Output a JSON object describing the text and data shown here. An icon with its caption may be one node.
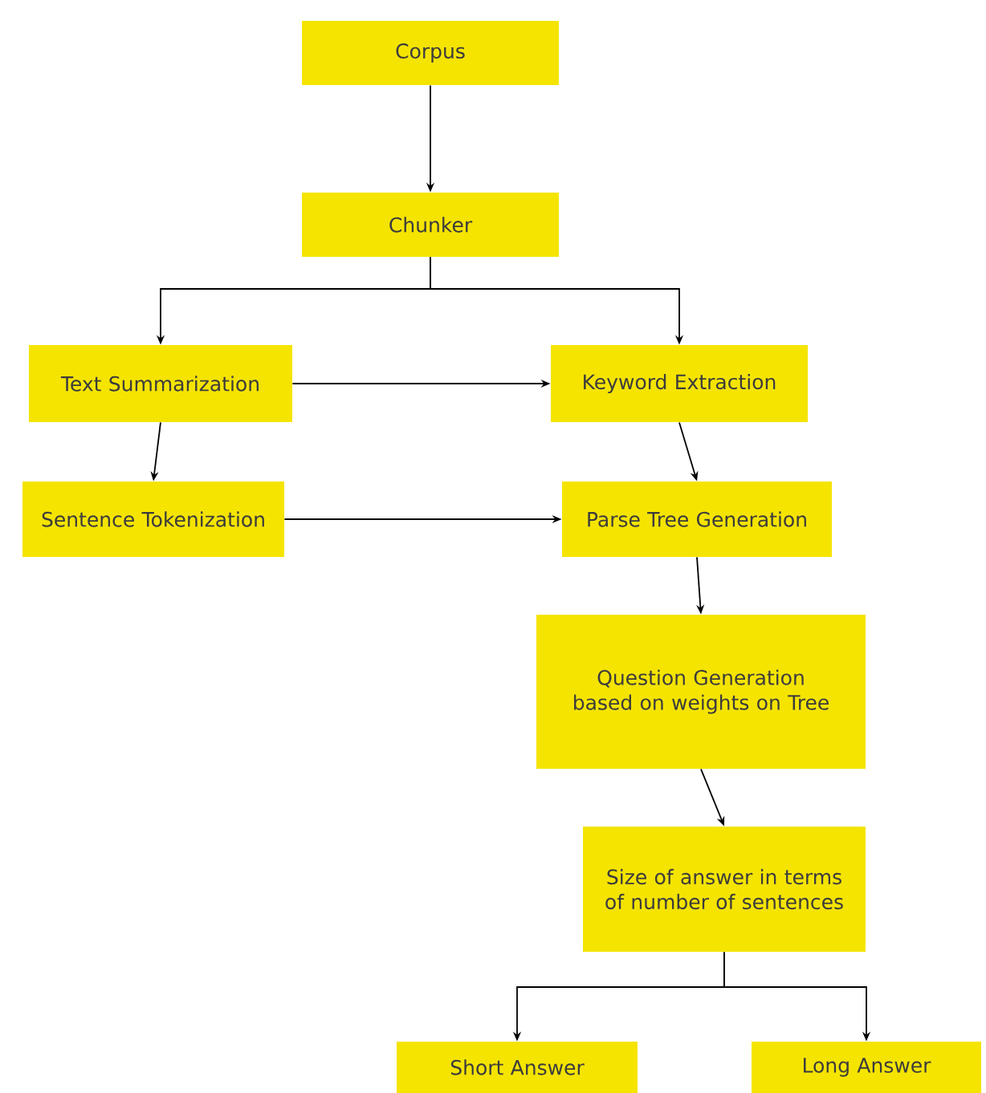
{
  "diagram": {
    "nodes": [
      {
        "text": [
          "Corpus"
        ]
      },
      {
        "text": [
          "Chunker"
        ]
      },
      {
        "text": [
          "Text Summarization"
        ]
      },
      {
        "text": [
          "Keyword Extraction"
        ]
      },
      {
        "text": [
          "Sentence Tokenization"
        ]
      },
      {
        "text": [
          "Parse Tree Generation"
        ]
      },
      {
        "text": [
          "Question Generation based on weights on Tree"
        ]
      },
      {
        "text": [
          "Size of answer in terms of number of sentences"
        ]
      },
      {
        "text": [
          "Short Answer"
        ]
      },
      {
        "text": [
          "Long Answer"
        ]
      }
    ],
    "edges": [
      {
        "from": 0,
        "to": 1,
        "arrow": "to"
      },
      {
        "from": 1,
        "to": 2,
        "arrow": "to"
      },
      {
        "from": 1,
        "to": 3,
        "arrow": "to"
      },
      {
        "from": 2,
        "to": 3,
        "arrow": "to"
      },
      {
        "from": 2,
        "to": 4,
        "arrow": "to"
      },
      {
        "from": 4,
        "to": 5,
        "arrow": "to"
      },
      {
        "from": 3,
        "to": 5,
        "arrow": "to"
      },
      {
        "from": 5,
        "to": 6,
        "arrow": "to"
      },
      {
        "from": 6,
        "to": 7,
        "arrow": "to"
      },
      {
        "from": 7,
        "to": 8,
        "arrow": "to"
      },
      {
        "from": 7,
        "to": 9,
        "arrow": "to"
      }
    ]
  }
}
